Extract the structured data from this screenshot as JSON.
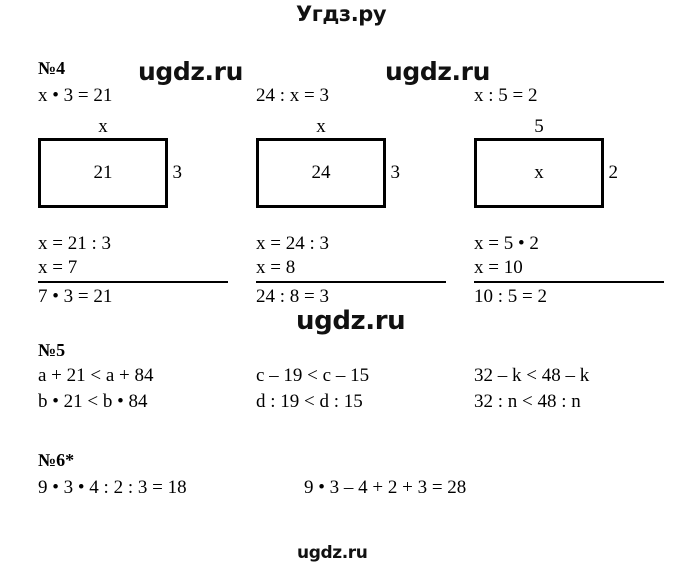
{
  "watermarks": {
    "brand_top": "Угдз.ру",
    "inline_a": "ugdz.ru",
    "inline_b": "ugdz.ru",
    "middle": "ugdz.ru",
    "bottom": "ugdz.ru"
  },
  "tasks": [
    {
      "number": "№4",
      "columns": [
        {
          "equation": "x • 3 = 21",
          "box": {
            "top_label": "x",
            "inside_label": "21",
            "right_label": "3"
          },
          "solution": [
            "x = 21 : 3",
            "x = 7",
            "7 • 3 = 21"
          ]
        },
        {
          "equation": "24 : x = 3",
          "box": {
            "top_label": "x",
            "inside_label": "24",
            "right_label": "3"
          },
          "solution": [
            "x = 24 : 3",
            "x = 8",
            "24 : 8 = 3"
          ]
        },
        {
          "equation": "x : 5 = 2",
          "box": {
            "top_label": "5",
            "inside_label": "x",
            "right_label": "2"
          },
          "solution": [
            "x = 5 • 2",
            "x = 10",
            "10 : 5 = 2"
          ]
        }
      ]
    },
    {
      "number": "№5",
      "columns": [
        {
          "line1": "a + 21 < a + 84",
          "line2": "b • 21 < b • 84"
        },
        {
          "line1": "c – 19 < c – 15",
          "line2": "d : 19 < d : 15"
        },
        {
          "line1": "32 – k < 48 – k",
          "line2": "32 : n < 48 : n"
        }
      ]
    },
    {
      "number": "№6*",
      "expressions": [
        "9 • 3 • 4 : 2 : 3 = 18",
        "9 • 3 – 4 + 2 + 3 = 28"
      ]
    }
  ],
  "colors": {
    "text": "#000000",
    "background": "#ffffff",
    "border": "#000000"
  }
}
